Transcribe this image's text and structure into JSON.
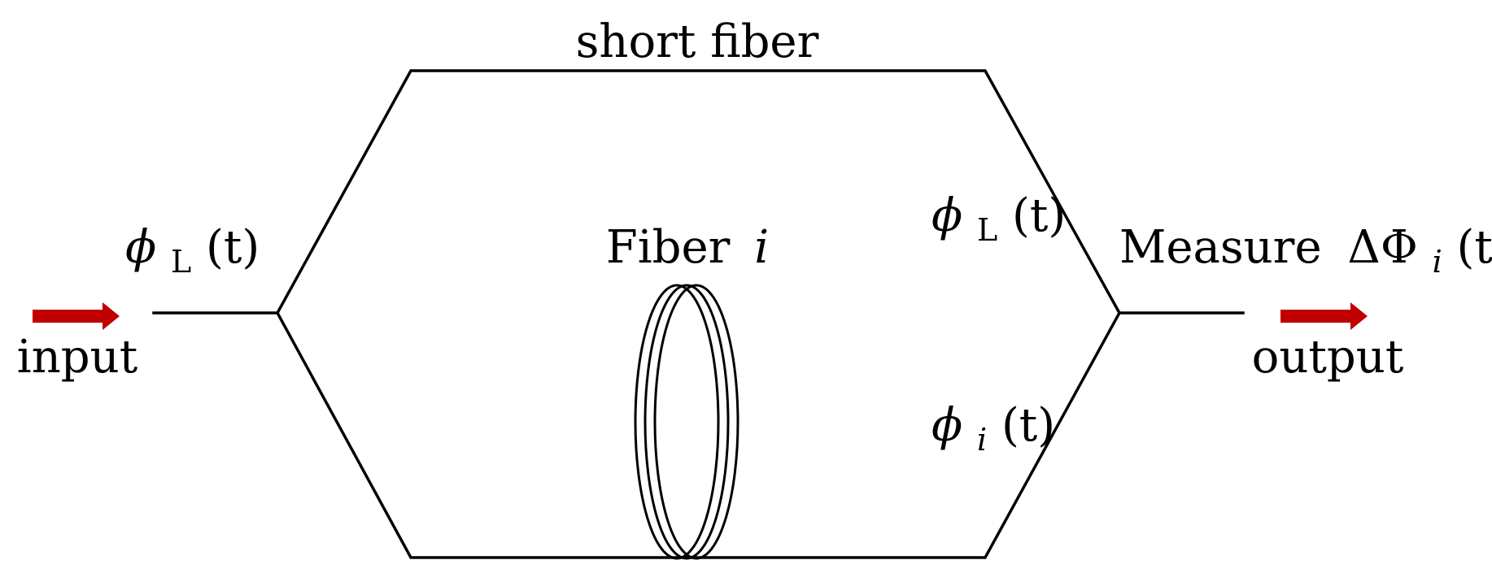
{
  "colors": {
    "line": "#000000",
    "arrow": "#c00000",
    "background": "#ffffff"
  },
  "labels": {
    "top_arm": "short fiber",
    "coil": {
      "word": "Fiber",
      "index": "i"
    },
    "input_text": "input",
    "output_text": "output",
    "input_phase": {
      "symbol": "ϕ",
      "sub": "L",
      "arg": "(t)"
    },
    "upper_phase": {
      "symbol": "ϕ",
      "sub": "L",
      "arg": "(t)"
    },
    "lower_phase": {
      "symbol": "ϕ",
      "sub": "i",
      "arg": "(t)"
    },
    "measure": {
      "word": "Measure",
      "symbol": "ΔΦ",
      "sub": "i",
      "arg": "(t)"
    }
  },
  "icons": {
    "input_arrow": "right-arrow-icon",
    "output_arrow": "right-arrow-icon",
    "coil": "fiber-coil-icon"
  }
}
